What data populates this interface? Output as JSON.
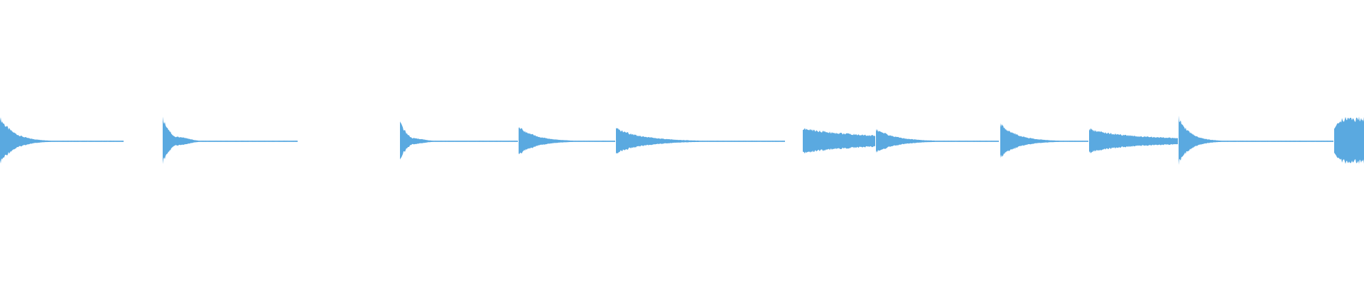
{
  "waveform": {
    "color": "#5aa9e0",
    "background": "#ffffff",
    "total_duration_s": 1920,
    "segments": [
      {
        "name": "segment-1",
        "start": 0,
        "end": 174,
        "peak": 0.62,
        "decay": 0.05,
        "pattern": "decay"
      },
      {
        "name": "segment-2",
        "start": 229,
        "end": 419,
        "peak": 0.6,
        "decay": 0.06,
        "pattern": "bumpy"
      },
      {
        "name": "segment-3",
        "start": 563,
        "end": 729,
        "peak": 0.5,
        "decay": 0.07,
        "pattern": "bumpy"
      },
      {
        "name": "segment-4",
        "start": 730,
        "end": 866,
        "peak": 0.38,
        "decay": 0.04,
        "pattern": "decay"
      },
      {
        "name": "segment-5",
        "start": 867,
        "end": 1105,
        "peak": 0.34,
        "decay": 0.025,
        "pattern": "decay"
      },
      {
        "name": "segment-6",
        "start": 1130,
        "end": 1232,
        "peak": 0.48,
        "decay": 0.012,
        "pattern": "slow"
      },
      {
        "name": "segment-7",
        "start": 1233,
        "end": 1406,
        "peak": 0.32,
        "decay": 0.035,
        "pattern": "decay"
      },
      {
        "name": "segment-8",
        "start": 1408,
        "end": 1532,
        "peak": 0.46,
        "decay": 0.04,
        "pattern": "decay"
      },
      {
        "name": "segment-9",
        "start": 1533,
        "end": 1658,
        "peak": 0.46,
        "decay": 0.02,
        "pattern": "slow"
      },
      {
        "name": "segment-10",
        "start": 1659,
        "end": 1877,
        "peak": 0.62,
        "decay": 0.06,
        "pattern": "decay"
      },
      {
        "name": "segment-11",
        "start": 1878,
        "end": 1920,
        "peak": 0.6,
        "decay": 0.01,
        "pattern": "rise"
      }
    ]
  }
}
